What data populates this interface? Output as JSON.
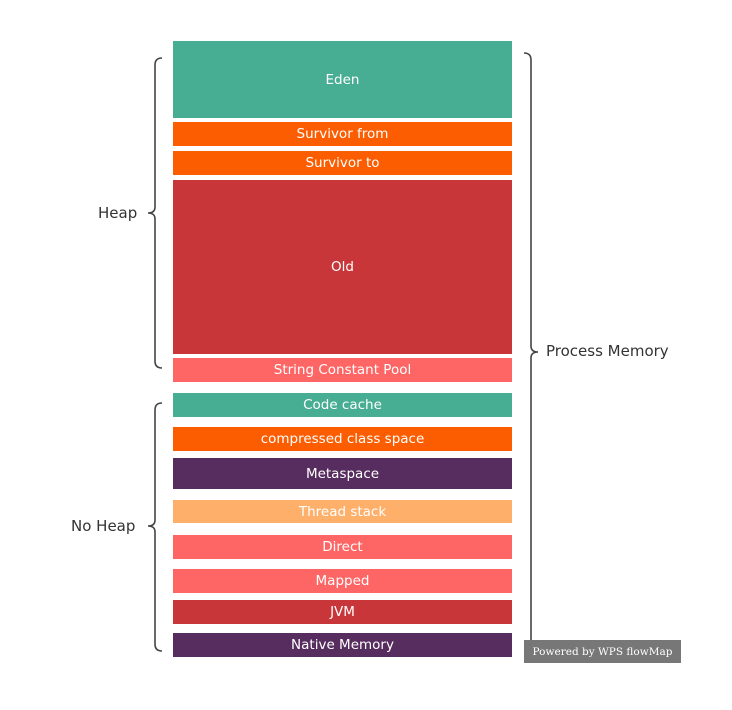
{
  "diagram": {
    "regions": [
      {
        "label": "Eden",
        "color": "#47ad93"
      },
      {
        "label": "Survivor from",
        "color": "#fb5d00"
      },
      {
        "label": "Survivor to",
        "color": "#fb5d00"
      },
      {
        "label": "Old",
        "color": "#c93639"
      },
      {
        "label": "String Constant Pool",
        "color": "#fe6565"
      },
      {
        "label": "Code cache",
        "color": "#47ad93"
      },
      {
        "label": "compressed class space",
        "color": "#fb5d00"
      },
      {
        "label": "Metaspace",
        "color": "#572c5e"
      },
      {
        "label": "Thread stack",
        "color": "#feb06b"
      },
      {
        "label": "Direct",
        "color": "#fe6565"
      },
      {
        "label": "Mapped",
        "color": "#fe6565"
      },
      {
        "label": "JVM",
        "color": "#c93639"
      },
      {
        "label": "Native Memory",
        "color": "#572c5e"
      }
    ],
    "groups": {
      "heap": "Heap",
      "no_heap": "No Heap",
      "process": "Process Memory"
    }
  },
  "watermark": "Powered by WPS flowMap"
}
